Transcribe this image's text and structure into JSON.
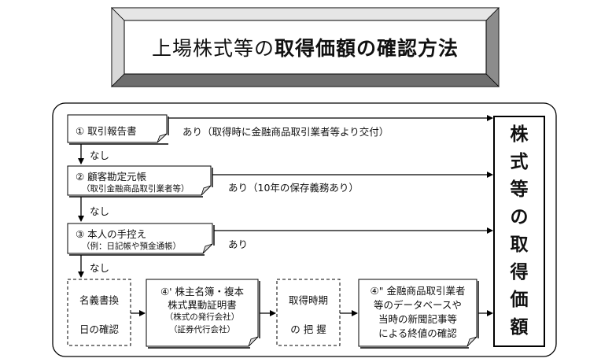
{
  "title": {
    "normal": "上場株式等の",
    "bold": "取得価額の確認方法"
  },
  "steps": [
    {
      "label": "① 取引報告書",
      "arrow_text": "あり（取得時に金融商品取引業者等より交付）"
    },
    {
      "label": "② 顧客勘定元帳",
      "sub": "（取引金融商品取引業者等）",
      "arrow_text": "あり（10年の保存義務あり）"
    },
    {
      "label": "③ 本人の手控え",
      "sub": "（例：日記帳や預金通帳）",
      "arrow_text": "あり"
    }
  ],
  "nashi": [
    "なし",
    "なし",
    "なし"
  ],
  "bottom": {
    "name_change": [
      "名義書換",
      "日の確認"
    ],
    "shareholder": {
      "line1": "④' 株主名簿・複本",
      "line2": "株式異動証明書",
      "line3": "（株式の発行会社）",
      "line4": "（証券代行会社）"
    },
    "acq_time": [
      "取得時期",
      "の 把 握"
    ],
    "database": [
      "④\" 金融商品取引業者",
      "等のデータベースや",
      "当時の新聞記事等",
      "による終値の確認"
    ]
  },
  "result": [
    "株",
    "式",
    "等",
    "の",
    "取",
    "得",
    "価",
    "額"
  ]
}
